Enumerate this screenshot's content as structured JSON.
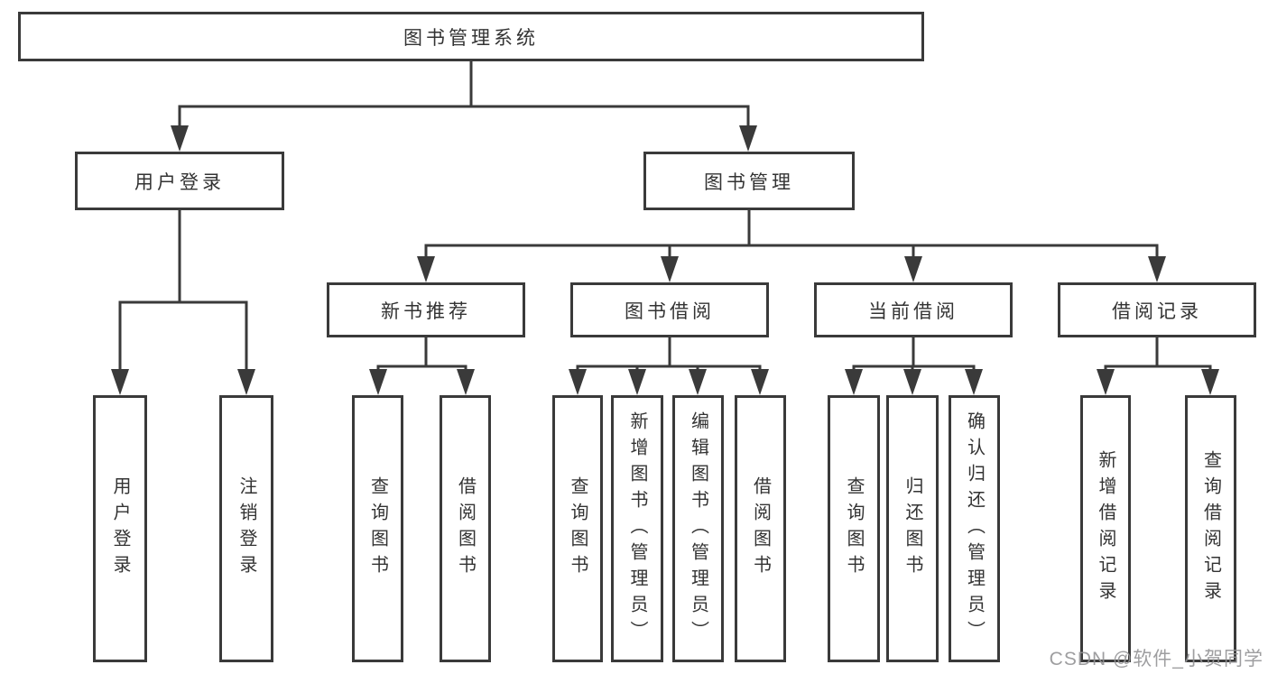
{
  "diagram": {
    "title": "图书管理系统",
    "nodes": {
      "root": "图书管理系统",
      "level2": [
        "用户登录",
        "图书管理"
      ],
      "level3": [
        "新书推荐",
        "图书借阅",
        "当前借阅",
        "借阅记录"
      ],
      "leaves_user": [
        "用户登录",
        "注销登录"
      ],
      "leaves_newbook": [
        "查询图书",
        "借阅图书"
      ],
      "leaves_borrow": [
        "查询图书",
        "新增图书（管理员）",
        "编辑图书（管理员）",
        "借阅图书"
      ],
      "leaves_current": [
        "查询图书",
        "归还图书",
        "确认归还（管理员）"
      ],
      "leaves_records": [
        "新增借阅记录",
        "查询借阅记录"
      ]
    },
    "colors": {
      "line": "#3a3a3a",
      "box_border": "#3a3a3a",
      "text": "#333333",
      "background": "#ffffff",
      "watermark": "#949496"
    }
  },
  "watermark": "CSDN @软件_小贺同学"
}
